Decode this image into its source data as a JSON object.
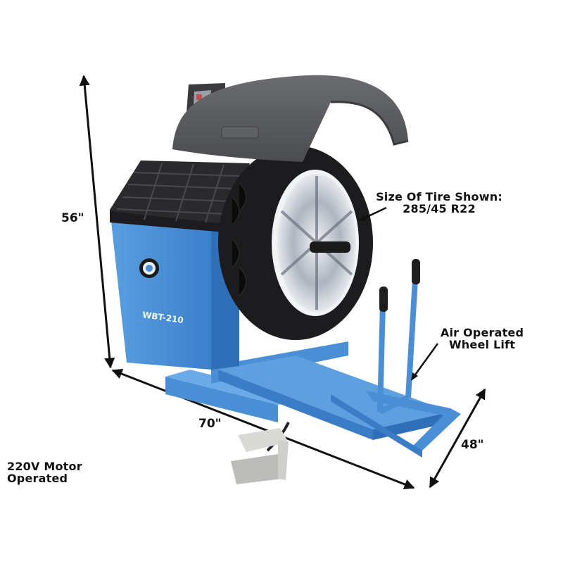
{
  "image": {
    "subject": "Wheel balancer machine with air operated wheel lift",
    "model_badge": "WBT-210",
    "colors": {
      "body_blue": "#4a8fd6",
      "body_blue_dark": "#2f6fb8",
      "hood_gray": "#55575b",
      "tray_black": "#2a2a2c",
      "tire_black": "#1c1c1e",
      "rim_silver": "#c9ced6",
      "background": "#ffffff"
    }
  },
  "dimensions": {
    "height": "56\"",
    "length": "70\"",
    "width": "48\""
  },
  "callouts": {
    "tire_size_line1": "Size Of Tire Shown:",
    "tire_size_line2": "285/45 R22",
    "wheel_lift_line1": "Air Operated",
    "wheel_lift_line2": "Wheel Lift",
    "motor_line1": "220V Motor",
    "motor_line2": "Operated"
  }
}
